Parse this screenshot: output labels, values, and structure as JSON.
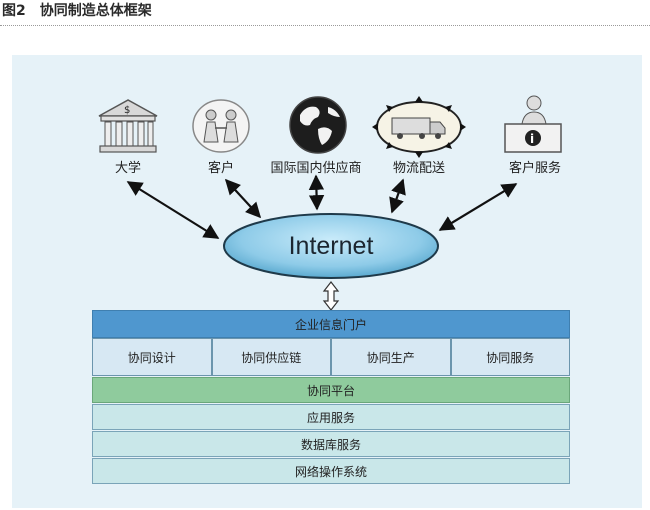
{
  "figure_title": "图2　协同制造总体框架",
  "nodes": {
    "university": "大学",
    "customer": "客户",
    "supplier": "国际国内供应商",
    "logistics": "物流配送",
    "customer_service": "客户服务"
  },
  "internet_label": "Internet",
  "layers": {
    "portal": "企业信息门户",
    "modules": [
      "协同设计",
      "协同供应链",
      "协同生产",
      "协同服务"
    ],
    "platform": "协同平台",
    "application": "应用服务",
    "database": "数据库服务",
    "os": "网络操作系统"
  },
  "colors": {
    "panel_bg": "#e6f2f8",
    "portal": "#4f97cf",
    "modules": "#d7e8f3",
    "platform": "#8fcb9d",
    "service_layers": "#c9e7e9",
    "internet_fill": "#8ecbe8"
  }
}
